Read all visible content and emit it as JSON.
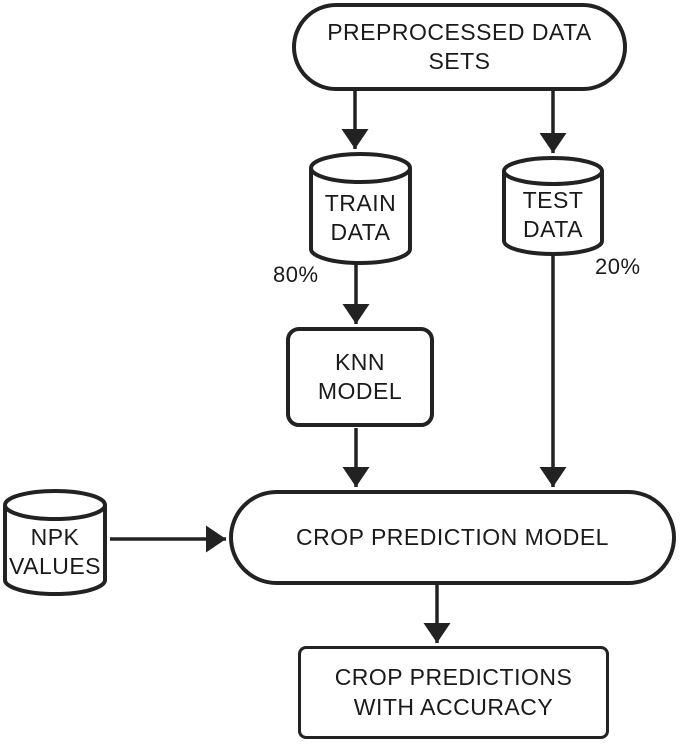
{
  "figure": {
    "background": "#ffffff",
    "stroke_color": "#222222",
    "text_color": "#1a1a1a"
  },
  "nodes": {
    "preprocessed_data_sets": {
      "label": "PREPROCESSED DATA SETS",
      "shape": "stadium"
    },
    "train_data": {
      "label": "TRAIN DATA",
      "shape": "cylinder"
    },
    "test_data": {
      "label": "TEST DATA",
      "shape": "cylinder"
    },
    "knn_model": {
      "label": "KNN MODEL",
      "shape": "rounded-rect"
    },
    "npk_values": {
      "label": "NPK VALUES",
      "shape": "cylinder"
    },
    "crop_prediction_model": {
      "label": "CROP PREDICTION MODEL",
      "shape": "stadium"
    },
    "crop_predictions_with_accuracy": {
      "label": "CROP PREDICTIONS WITH ACCURACY",
      "shape": "rect"
    }
  },
  "edges": [
    {
      "from": "preprocessed_data_sets",
      "to": "train_data",
      "label": ""
    },
    {
      "from": "preprocessed_data_sets",
      "to": "test_data",
      "label": ""
    },
    {
      "from": "train_data",
      "to": "knn_model",
      "label": "80%"
    },
    {
      "from": "test_data",
      "to": "crop_prediction_model",
      "label": "20%"
    },
    {
      "from": "knn_model",
      "to": "crop_prediction_model",
      "label": ""
    },
    {
      "from": "npk_values",
      "to": "crop_prediction_model",
      "label": ""
    },
    {
      "from": "crop_prediction_model",
      "to": "crop_predictions_with_accuracy",
      "label": ""
    }
  ]
}
